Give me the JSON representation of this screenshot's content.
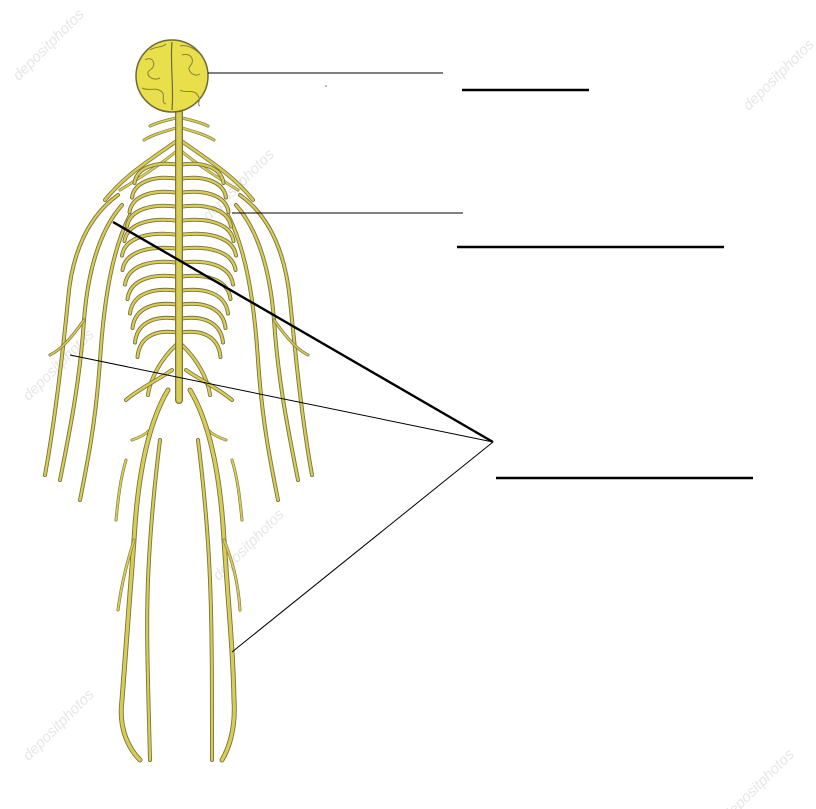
{
  "diagram": {
    "kind": "nervous-system-labeling-worksheet",
    "colors": {
      "nerve_fill": "#d8cc55",
      "nerve_outline": "#7a7440",
      "brain_fill": "#e8df4a",
      "leader_line": "#000000",
      "watermark": "#e6e6e6"
    },
    "watermark_text": "depositphotos",
    "answer_blanks": [
      {
        "id": "brain",
        "text": ""
      },
      {
        "id": "spinal-cord",
        "text": ""
      },
      {
        "id": "nerves",
        "text": ""
      }
    ]
  }
}
